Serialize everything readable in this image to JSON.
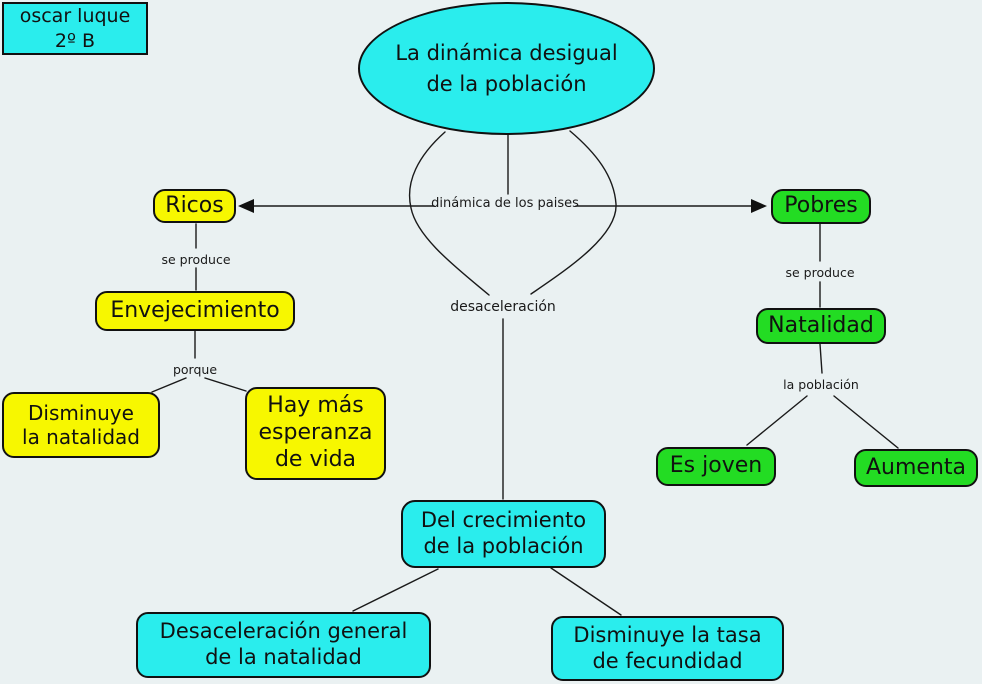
{
  "meta": {
    "diagram_type": "concept-map",
    "title": "La dinámica desigual de la población"
  },
  "colors": {
    "background": "#EAF1F2",
    "cyan": "#2AEDED",
    "yellow": "#F7F700",
    "green": "#23DC23",
    "line": "#1A1A1A",
    "border": "#111111"
  },
  "author_box": {
    "text": "oscar luque\n2º B"
  },
  "nodes": {
    "root": {
      "label": "La dinámica desigual\nde la población",
      "color": "cyan"
    },
    "ricos": {
      "label": "Ricos",
      "color": "yellow"
    },
    "pobres": {
      "label": "Pobres",
      "color": "green"
    },
    "envejecimiento": {
      "label": "Envejecimiento",
      "color": "yellow"
    },
    "natalidad": {
      "label": "Natalidad",
      "color": "green"
    },
    "disminuye_natalidad": {
      "label": "Disminuye\nla natalidad",
      "color": "yellow"
    },
    "hay_mas": {
      "label": "Hay más\nesperanza\nde vida",
      "color": "yellow"
    },
    "es_joven": {
      "label": "Es joven",
      "color": "green"
    },
    "aumenta": {
      "label": "Aumenta",
      "color": "green"
    },
    "del_crecimiento": {
      "label": "Del crecimiento\nde la población",
      "color": "cyan"
    },
    "desaceleracion_general": {
      "label": "Desaceleración general\nde la natalidad",
      "color": "cyan"
    },
    "disminuye_tasa": {
      "label": "Disminuye la tasa\nde fecundidad",
      "color": "cyan"
    }
  },
  "link_labels": {
    "dinamica_paises": "dinámica de los paises",
    "se_produce_left": "se produce",
    "porque": "porque",
    "desaceleracion": "desaceleración",
    "se_produce_right": "se produce",
    "la_poblacion": "la población"
  },
  "edges": [
    "root -> dinámica de los paises -> Ricos (arrow)",
    "root -> dinámica de los paises -> Pobres (arrow)",
    "root -> desaceleración -> Del crecimiento de la población",
    "Ricos -> se produce -> Envejecimiento",
    "Envejecimiento -> porque -> Disminuye la natalidad",
    "Envejecimiento -> porque -> Hay más esperanza de vida",
    "Pobres -> se produce -> Natalidad",
    "Natalidad -> la población -> Es joven",
    "Natalidad -> la población -> Aumenta",
    "Del crecimiento de la población -> Desaceleración general de la natalidad",
    "Del crecimiento de la población -> Disminuye la tasa de fecundidad"
  ]
}
